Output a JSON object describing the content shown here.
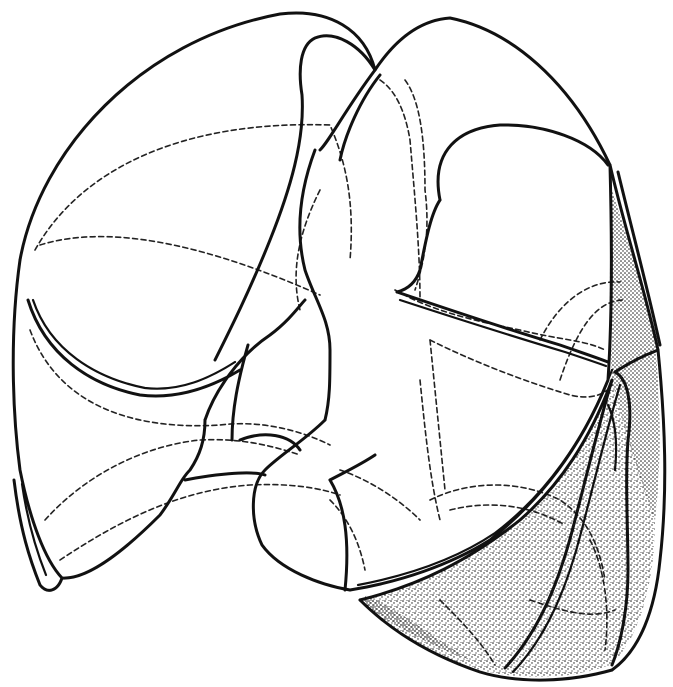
{
  "figure": {
    "line_color": "#111111",
    "stipple_color": "#1a1a1a",
    "background": "#ffffff",
    "elements": [
      "left-lung-outline",
      "right-lung-outline",
      "heart-outline",
      "mediastinal-outlines",
      "posterior-dashed-contours",
      "lower-right-stippled-segment"
    ]
  }
}
